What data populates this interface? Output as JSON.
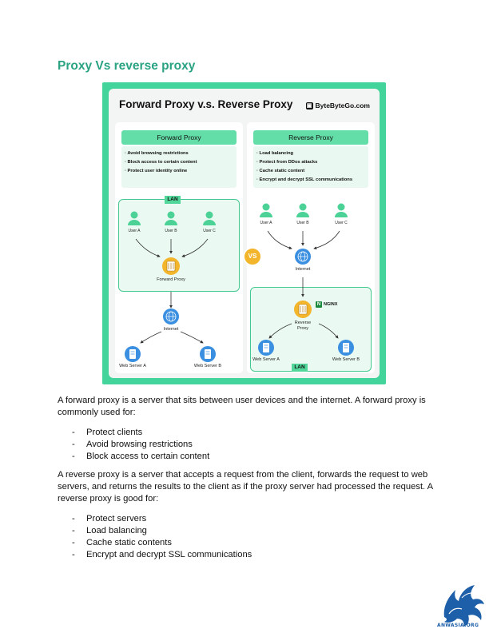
{
  "page_title": "Proxy Vs reverse proxy",
  "figure": {
    "title": "Forward Proxy v.s. Reverse Proxy",
    "brand": "ByteByteGo.com",
    "vs": "VS",
    "forward": {
      "heading": "Forward Proxy",
      "bullets": [
        "· Avoid browsing restrictions",
        "· Block access to certain content",
        "· Protect user identity online"
      ],
      "lan": "LAN",
      "users": [
        "User A",
        "User B",
        "User C"
      ],
      "proxy_label": "Forward Proxy",
      "internet": "Internet",
      "servers": [
        "Web Server A",
        "Web Server B"
      ]
    },
    "reverse": {
      "heading": "Reverse Proxy",
      "bullets": [
        "· Load balancing",
        "· Protect from DDos attacks",
        "· Cache static content",
        "· Encrypt and decrypt SSL communications"
      ],
      "users": [
        "User A",
        "User B",
        "User C"
      ],
      "internet": "Internet",
      "nginx": "NGINX",
      "nginx_icon": "N",
      "proxy_label_line1": "Reverse",
      "proxy_label_line2": "Proxy",
      "servers": [
        "Web Server A",
        "Web Server B"
      ],
      "lan": "LAN"
    },
    "colors": {
      "frame": "#42d49a",
      "user": "#4cd196",
      "proxy": "#f3b52b",
      "globe": "#3a8fe0",
      "server": "#3a8fe0",
      "vs": "#f3b52b"
    }
  },
  "paragraph_forward": "A forward proxy is a server that sits between user devices and the internet. A forward proxy is commonly used for:",
  "forward_list": [
    "Protect clients",
    "Avoid browsing restrictions",
    "Block access to certain content"
  ],
  "paragraph_reverse": "A reverse proxy is a server that accepts a request from the client, forwards the request to web servers, and returns the results to the client as if the proxy server had processed the request. A reverse proxy is good for:",
  "reverse_list": [
    "Protect servers",
    "Load balancing",
    "Cache static contents",
    "Encrypt and decrypt SSL communications"
  ],
  "list_marker": "-",
  "logo_text": "ANWASIA.ORG"
}
